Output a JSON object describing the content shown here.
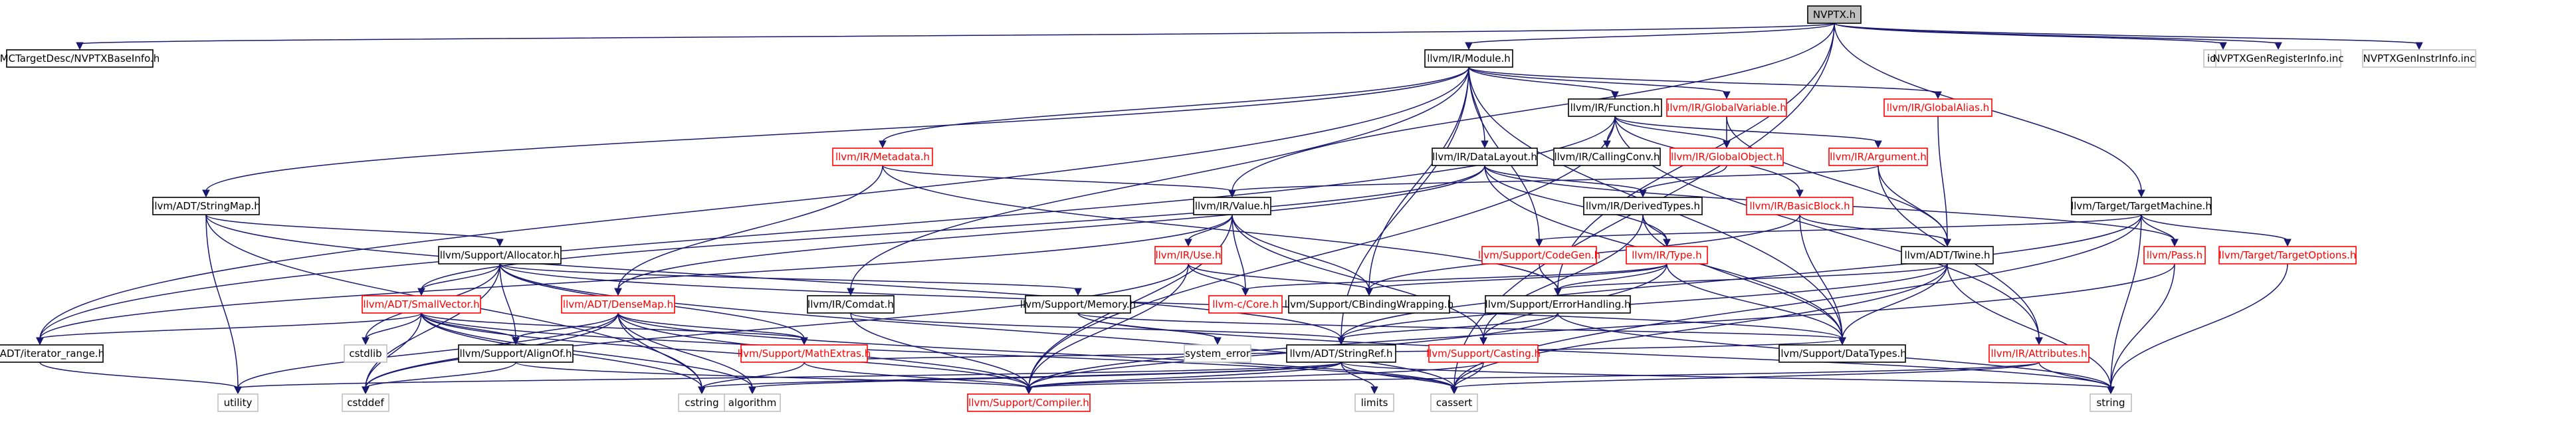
{
  "colors": {
    "edge": "#191970",
    "root_fill": "#bfbfbf",
    "node_fill": "#ffffff",
    "node_border": "#000000",
    "missing_border": "#ff0000",
    "missing_text": "#ff0000",
    "external_border": "#bfbfbf",
    "text": "#000000"
  },
  "nodes": [
    {
      "id": "NVPTX",
      "label": "NVPTX.h",
      "kind": "root"
    },
    {
      "id": "MCTargetDesc",
      "label": "MCTargetDesc/NVPTXBaseInfo.h",
      "kind": "normal"
    },
    {
      "id": "Module",
      "label": "llvm/IR/Module.h",
      "kind": "normal"
    },
    {
      "id": "iosfwd",
      "label": "iosfwd",
      "kind": "external"
    },
    {
      "id": "NVPTXGenRegisterInfo",
      "label": "NVPTXGenRegisterInfo.inc",
      "kind": "external"
    },
    {
      "id": "NVPTXGenInstrInfo",
      "label": "NVPTXGenInstrInfo.inc",
      "kind": "external"
    },
    {
      "id": "Function",
      "label": "llvm/IR/Function.h",
      "kind": "normal"
    },
    {
      "id": "GlobalVariable",
      "label": "llvm/IR/GlobalVariable.h",
      "kind": "missing"
    },
    {
      "id": "GlobalAlias",
      "label": "llvm/IR/GlobalAlias.h",
      "kind": "missing"
    },
    {
      "id": "Metadata",
      "label": "llvm/IR/Metadata.h",
      "kind": "missing"
    },
    {
      "id": "DataLayout",
      "label": "llvm/IR/DataLayout.h",
      "kind": "normal"
    },
    {
      "id": "CallingConv",
      "label": "llvm/IR/CallingConv.h",
      "kind": "normal"
    },
    {
      "id": "GlobalObject",
      "label": "llvm/IR/GlobalObject.h",
      "kind": "missing"
    },
    {
      "id": "Argument",
      "label": "llvm/IR/Argument.h",
      "kind": "missing"
    },
    {
      "id": "StringMap",
      "label": "llvm/ADT/StringMap.h",
      "kind": "normal"
    },
    {
      "id": "Value",
      "label": "llvm/IR/Value.h",
      "kind": "normal"
    },
    {
      "id": "DerivedTypes",
      "label": "llvm/IR/DerivedTypes.h",
      "kind": "normal"
    },
    {
      "id": "BasicBlock",
      "label": "llvm/IR/BasicBlock.h",
      "kind": "missing"
    },
    {
      "id": "TargetMachine",
      "label": "llvm/Target/TargetMachine.h",
      "kind": "normal"
    },
    {
      "id": "Allocator",
      "label": "llvm/Support/Allocator.h",
      "kind": "normal"
    },
    {
      "id": "Use",
      "label": "llvm/IR/Use.h",
      "kind": "missing"
    },
    {
      "id": "CodeGen",
      "label": "llvm/Support/CodeGen.h",
      "kind": "missing"
    },
    {
      "id": "Type",
      "label": "llvm/IR/Type.h",
      "kind": "missing"
    },
    {
      "id": "Twine",
      "label": "llvm/ADT/Twine.h",
      "kind": "normal"
    },
    {
      "id": "Pass",
      "label": "llvm/Pass.h",
      "kind": "missing"
    },
    {
      "id": "TargetOptions",
      "label": "llvm/Target/TargetOptions.h",
      "kind": "missing"
    },
    {
      "id": "SmallVector",
      "label": "llvm/ADT/SmallVector.h",
      "kind": "missing"
    },
    {
      "id": "DenseMap",
      "label": "llvm/ADT/DenseMap.h",
      "kind": "missing"
    },
    {
      "id": "Comdat",
      "label": "llvm/IR/Comdat.h",
      "kind": "normal"
    },
    {
      "id": "Memory",
      "label": "llvm/Support/Memory.h",
      "kind": "normal"
    },
    {
      "id": "CCore",
      "label": "llvm-c/Core.h",
      "kind": "missing"
    },
    {
      "id": "CBindingWrapping",
      "label": "llvm/Support/CBindingWrapping.h",
      "kind": "normal"
    },
    {
      "id": "ErrorHandling",
      "label": "llvm/Support/ErrorHandling.h",
      "kind": "normal"
    },
    {
      "id": "iterator_range",
      "label": "llvm/ADT/iterator_range.h",
      "kind": "normal"
    },
    {
      "id": "cstdlib",
      "label": "cstdlib",
      "kind": "external"
    },
    {
      "id": "AlignOf",
      "label": "llvm/Support/AlignOf.h",
      "kind": "normal"
    },
    {
      "id": "MathExtras",
      "label": "llvm/Support/MathExtras.h",
      "kind": "missing"
    },
    {
      "id": "system_error",
      "label": "system_error",
      "kind": "external"
    },
    {
      "id": "StringRef",
      "label": "llvm/ADT/StringRef.h",
      "kind": "normal"
    },
    {
      "id": "Casting",
      "label": "llvm/Support/Casting.h",
      "kind": "missing"
    },
    {
      "id": "DataTypes",
      "label": "llvm/Support/DataTypes.h",
      "kind": "normal"
    },
    {
      "id": "Attributes",
      "label": "llvm/IR/Attributes.h",
      "kind": "missing"
    },
    {
      "id": "utility",
      "label": "utility",
      "kind": "external"
    },
    {
      "id": "cstddef",
      "label": "cstddef",
      "kind": "external"
    },
    {
      "id": "cstring",
      "label": "cstring",
      "kind": "external"
    },
    {
      "id": "algorithm",
      "label": "algorithm",
      "kind": "external"
    },
    {
      "id": "Compiler",
      "label": "llvm/Support/Compiler.h",
      "kind": "missing"
    },
    {
      "id": "limits",
      "label": "limits",
      "kind": "external"
    },
    {
      "id": "cassert",
      "label": "cassert",
      "kind": "external"
    },
    {
      "id": "string",
      "label": "string",
      "kind": "external"
    }
  ],
  "edges": [
    [
      "NVPTX",
      "MCTargetDesc"
    ],
    [
      "NVPTX",
      "Module"
    ],
    [
      "NVPTX",
      "iosfwd"
    ],
    [
      "NVPTX",
      "NVPTXGenRegisterInfo"
    ],
    [
      "NVPTX",
      "NVPTXGenInstrInfo"
    ],
    [
      "NVPTX",
      "Value"
    ],
    [
      "NVPTX",
      "TargetMachine"
    ],
    [
      "NVPTX",
      "ErrorHandling"
    ],
    [
      "NVPTX",
      "cassert"
    ],
    [
      "Module",
      "Function"
    ],
    [
      "Module",
      "GlobalVariable"
    ],
    [
      "Module",
      "GlobalAlias"
    ],
    [
      "Module",
      "Metadata"
    ],
    [
      "Module",
      "DataLayout"
    ],
    [
      "Module",
      "StringMap"
    ],
    [
      "Module",
      "Comdat"
    ],
    [
      "Module",
      "CBindingWrapping"
    ],
    [
      "Module",
      "CodeGen"
    ],
    [
      "Module",
      "DataTypes"
    ],
    [
      "Module",
      "iterator_range"
    ],
    [
      "Module",
      "StringRef"
    ],
    [
      "Function",
      "CallingConv"
    ],
    [
      "Function",
      "GlobalObject"
    ],
    [
      "Function",
      "Argument"
    ],
    [
      "Function",
      "BasicBlock"
    ],
    [
      "Function",
      "Attributes"
    ],
    [
      "Function",
      "iterator_range"
    ],
    [
      "Function",
      "Compiler"
    ],
    [
      "GlobalVariable",
      "GlobalObject"
    ],
    [
      "GlobalVariable",
      "Twine"
    ],
    [
      "GlobalAlias",
      "Twine"
    ],
    [
      "Metadata",
      "Value"
    ],
    [
      "Metadata",
      "DenseMap"
    ],
    [
      "Metadata",
      "ErrorHandling"
    ],
    [
      "DataLayout",
      "DerivedTypes"
    ],
    [
      "DataLayout",
      "Type"
    ],
    [
      "DataLayout",
      "Pass"
    ],
    [
      "DataLayout",
      "SmallVector"
    ],
    [
      "DataLayout",
      "DataTypes"
    ],
    [
      "DataLayout",
      "DenseMap"
    ],
    [
      "GlobalObject",
      "DerivedTypes"
    ],
    [
      "Argument",
      "Value"
    ],
    [
      "Argument",
      "Twine"
    ],
    [
      "Argument",
      "Attributes"
    ],
    [
      "StringMap",
      "Allocator"
    ],
    [
      "StringMap",
      "StringRef"
    ],
    [
      "StringMap",
      "utility"
    ],
    [
      "StringMap",
      "cstring"
    ],
    [
      "Value",
      "Use"
    ],
    [
      "Value",
      "CCore"
    ],
    [
      "Value",
      "CBindingWrapping"
    ],
    [
      "Value",
      "Casting"
    ],
    [
      "Value",
      "iterator_range"
    ],
    [
      "Value",
      "Compiler"
    ],
    [
      "DerivedTypes",
      "Type"
    ],
    [
      "DerivedTypes",
      "Casting"
    ],
    [
      "DerivedTypes",
      "DataTypes"
    ],
    [
      "BasicBlock",
      "Twine"
    ],
    [
      "BasicBlock",
      "DataTypes"
    ],
    [
      "BasicBlock",
      "CBindingWrapping"
    ],
    [
      "TargetMachine",
      "Pass"
    ],
    [
      "TargetMachine",
      "TargetOptions"
    ],
    [
      "TargetMachine",
      "CodeGen"
    ],
    [
      "TargetMachine",
      "StringRef"
    ],
    [
      "TargetMachine",
      "string"
    ],
    [
      "TargetMachine",
      "cassert"
    ],
    [
      "Allocator",
      "SmallVector"
    ],
    [
      "Allocator",
      "AlignOf"
    ],
    [
      "Allocator",
      "MathExtras"
    ],
    [
      "Allocator",
      "Memory"
    ],
    [
      "Allocator",
      "DataTypes"
    ],
    [
      "Allocator",
      "cstddef"
    ],
    [
      "Allocator",
      "cstdlib"
    ],
    [
      "Allocator",
      "cassert"
    ],
    [
      "Use",
      "CCore"
    ],
    [
      "Use",
      "CBindingWrapping"
    ],
    [
      "Use",
      "Compiler"
    ],
    [
      "Use",
      "cstddef"
    ],
    [
      "CodeGen",
      "ErrorHandling"
    ],
    [
      "Type",
      "CCore"
    ],
    [
      "Type",
      "CBindingWrapping"
    ],
    [
      "Type",
      "ErrorHandling"
    ],
    [
      "Type",
      "Casting"
    ],
    [
      "Type",
      "DataTypes"
    ],
    [
      "Twine",
      "StringRef"
    ],
    [
      "Twine",
      "DataTypes"
    ],
    [
      "Twine",
      "ErrorHandling"
    ],
    [
      "Twine",
      "cassert"
    ],
    [
      "Twine",
      "string"
    ],
    [
      "Pass",
      "Compiler"
    ],
    [
      "Pass",
      "string"
    ],
    [
      "TargetOptions",
      "string"
    ],
    [
      "SmallVector",
      "AlignOf"
    ],
    [
      "SmallVector",
      "MathExtras"
    ],
    [
      "SmallVector",
      "iterator_range"
    ],
    [
      "SmallVector",
      "Compiler"
    ],
    [
      "SmallVector",
      "cstdlib"
    ],
    [
      "SmallVector",
      "cstddef"
    ],
    [
      "SmallVector",
      "cstring"
    ],
    [
      "SmallVector",
      "algorithm"
    ],
    [
      "SmallVector",
      "cassert"
    ],
    [
      "DenseMap",
      "AlignOf"
    ],
    [
      "DenseMap",
      "MathExtras"
    ],
    [
      "DenseMap",
      "utility"
    ],
    [
      "DenseMap",
      "cstddef"
    ],
    [
      "DenseMap",
      "cstring"
    ],
    [
      "DenseMap",
      "algorithm"
    ],
    [
      "DenseMap",
      "cassert"
    ],
    [
      "DenseMap",
      "Compiler"
    ],
    [
      "Comdat",
      "StringRef"
    ],
    [
      "Comdat",
      "Compiler"
    ],
    [
      "Memory",
      "DataTypes"
    ],
    [
      "Memory",
      "system_error"
    ],
    [
      "Memory",
      "string"
    ],
    [
      "ErrorHandling",
      "StringRef"
    ],
    [
      "ErrorHandling",
      "Compiler"
    ],
    [
      "ErrorHandling",
      "string"
    ],
    [
      "iterator_range",
      "utility"
    ],
    [
      "AlignOf",
      "Compiler"
    ],
    [
      "AlignOf",
      "cstddef"
    ],
    [
      "MathExtras",
      "Compiler"
    ],
    [
      "MathExtras",
      "DataTypes"
    ],
    [
      "MathExtras",
      "cstring"
    ],
    [
      "StringRef",
      "Compiler"
    ],
    [
      "StringRef",
      "algorithm"
    ],
    [
      "StringRef",
      "cassert"
    ],
    [
      "StringRef",
      "cstring"
    ],
    [
      "StringRef",
      "limits"
    ],
    [
      "StringRef",
      "string"
    ],
    [
      "StringRef",
      "utility"
    ],
    [
      "Casting",
      "Compiler"
    ],
    [
      "Casting",
      "cassert"
    ],
    [
      "Attributes",
      "Compiler"
    ],
    [
      "Attributes",
      "cassert"
    ],
    [
      "Attributes",
      "string"
    ]
  ]
}
